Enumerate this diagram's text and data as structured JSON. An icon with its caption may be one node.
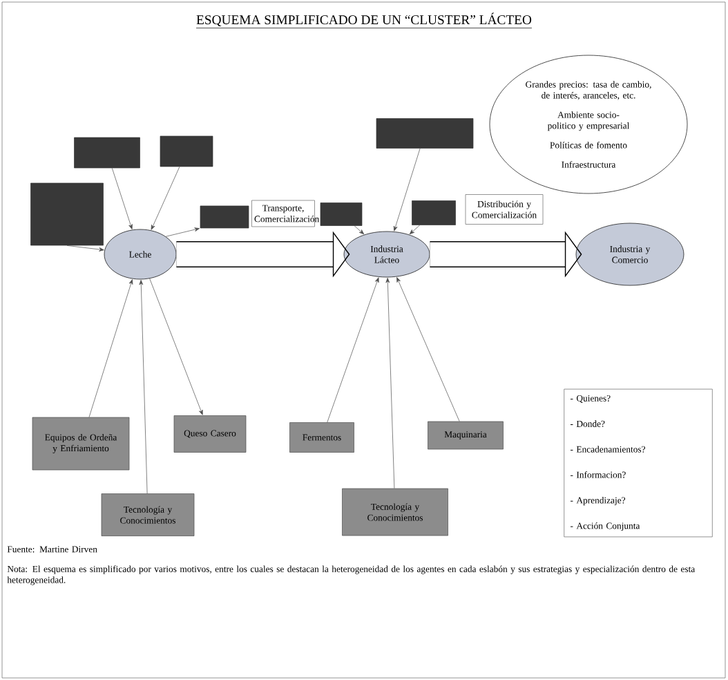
{
  "diagram": {
    "title": "ESQUEMA SIMPLIFICADO DE UN “CLUSTER” LÁCTEO",
    "nodes": [
      {
        "text": [],
        "shape": "box"
      },
      {
        "text": [],
        "shape": "box"
      },
      {
        "text": [],
        "shape": "box"
      },
      {
        "text": [],
        "shape": "box"
      },
      {
        "text": [
          "Leche"
        ]
      },
      {
        "text": [
          "Transporte, Comercialización"
        ]
      },
      {
        "text": [
          "Equipos de Ordeña y Enfriamiento"
        ]
      },
      {
        "text": [
          "Queso Casero"
        ]
      },
      {
        "text": [
          "Tecnología y Conocimientos"
        ]
      },
      {
        "text": [],
        "shape": "box"
      },
      {
        "text": [],
        "shape": "box"
      },
      {
        "text": [],
        "shape": "box"
      },
      {
        "text": [
          "Industria Lácteo"
        ]
      },
      {
        "text": [
          "Distribución y Comercialización"
        ]
      },
      {
        "text": [
          "Fermentos"
        ]
      },
      {
        "text": [
          "Maquinaria"
        ]
      },
      {
        "text": [
          "Tecnología y Conocimientos"
        ]
      },
      {
        "text": [
          "Grandes precios: tasa de cambio, de interés, aranceles, etc.",
          "Ambiente socio-politico y empresarial",
          "Políticas de fomento",
          "Infraestructura"
        ]
      },
      {
        "text": [
          "Industria y Comercio"
        ]
      },
      {
        "text": [
          "- Quienes?",
          "- Donde?",
          "- Encadenamientos?",
          "- Informacion?",
          "- Aprendizaje?",
          "- Acción Conjunta"
        ]
      }
    ],
    "edges": [
      {
        "from": 0,
        "to": 4,
        "arrow": "to"
      },
      {
        "from": 1,
        "to": 4,
        "arrow": "to"
      },
      {
        "from": 2,
        "to": 4,
        "arrow": "to"
      },
      {
        "from": 4,
        "to": 3,
        "arrow": "to"
      },
      {
        "from": 6,
        "to": 4,
        "arrow": "to"
      },
      {
        "from": 8,
        "to": 4,
        "arrow": "to"
      },
      {
        "from": 4,
        "to": 7,
        "arrow": "to"
      },
      {
        "from": 4,
        "to": 12,
        "arrow": "to",
        "style": "thick"
      },
      {
        "from": 9,
        "to": 12,
        "arrow": "to"
      },
      {
        "from": 10,
        "to": 12,
        "arrow": "to"
      },
      {
        "from": 11,
        "to": 12,
        "arrow": "to"
      },
      {
        "from": 14,
        "to": 12,
        "arrow": "to"
      },
      {
        "from": 16,
        "to": 12,
        "arrow": "to"
      },
      {
        "from": 15,
        "to": 12,
        "arrow": "to"
      },
      {
        "from": 12,
        "to": 18,
        "arrow": "to",
        "style": "thick"
      }
    ],
    "labels": [
      "Fuente: Martine Dirven",
      "Nota: El esquema es simplificado por varios motivos, entre los cuales se destacan la heterogeneidad de los agentes en cada eslabón y sus estrategias y especialización dentro de esta heterogeneidad."
    ]
  }
}
